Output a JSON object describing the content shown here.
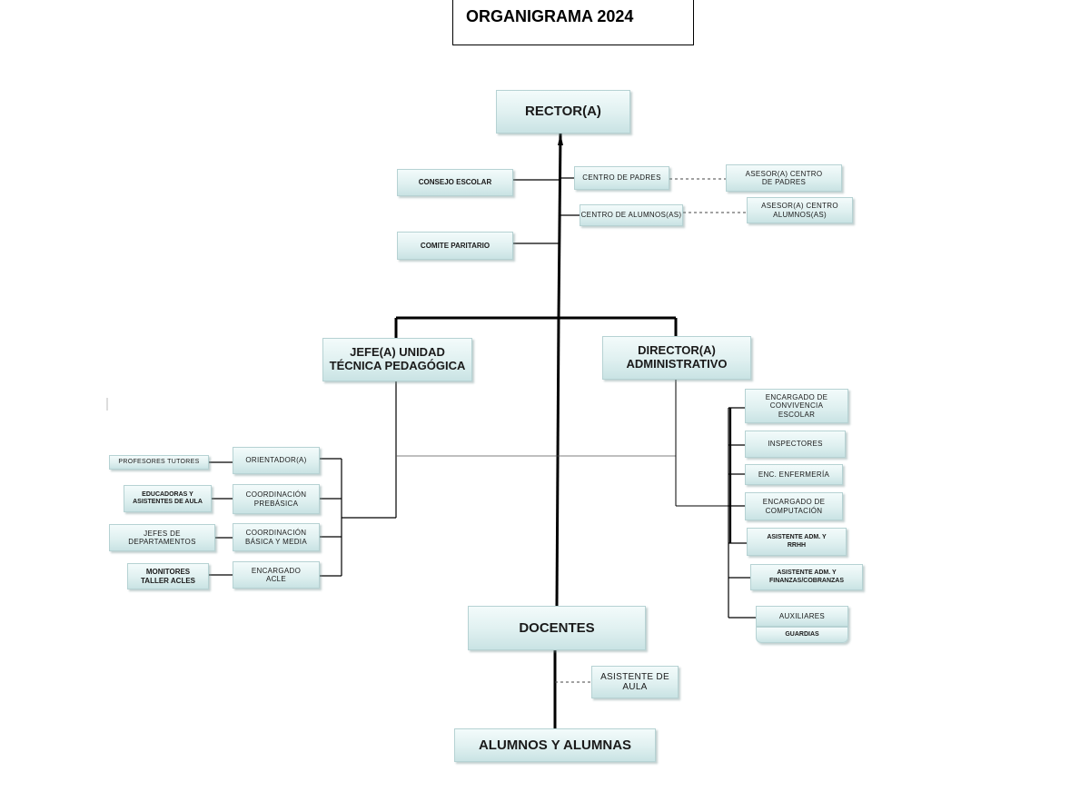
{
  "title": "ORGANIGRAMA 2024",
  "nodes": {
    "rector": "RECTOR(A)",
    "consejo_escolar": "CONSEJO ESCOLAR",
    "comite_paritario": "COMITE PARITARIO",
    "centro_padres": "CENTRO DE PADRES",
    "asesor_centro_padres": "ASESOR(A) CENTRO DE PADRES",
    "centro_alumnos": "CENTRO DE ALUMNOS(AS)",
    "asesor_centro_alumnos": "ASESOR(A) CENTRO ALUMNOS(AS)",
    "jefe_utp": "JEFE(A) UNIDAD TÉCNICA PEDAGÓGICA",
    "director_administrativo": "DIRECTOR(A) ADMINISTRATIVO",
    "orientador": "ORIENTADOR(A)",
    "coordinacion_prebasica": "COORDINACIÓN PREBÁSICA",
    "coordinacion_basica_media": "COORDINACIÓN BÁSICA Y MEDIA",
    "encargado_acle": "ENCARGADO ACLE",
    "profesores_tutores": "PROFESORES TUTORES",
    "educadoras_asistentes": "EDUCADORAS Y ASISTENTES DE AULA",
    "jefes_departamentos": "JEFES DE DEPARTAMENTOS",
    "monitores_taller": "MONITORES TALLER ACLES",
    "encargado_convivencia": "ENCARGADO DE CONVIVENCIA ESCOLAR",
    "inspectores": "INSPECTORES",
    "enc_enfermeria": "ENC. ENFERMERÍA",
    "encargado_computacion": "ENCARGADO DE COMPUTACIÓN",
    "asistente_rrhh": "ASISTENTE ADM. Y RRHH",
    "asistente_finanzas": "ASISTENTE ADM. Y FINANZAS/COBRANZAS",
    "auxiliares": "AUXILIARES",
    "guardias": "GUARDIAS",
    "docentes": "DOCENTES",
    "asistente_aula": "ASISTENTE DE AULA",
    "alumnos": "ALUMNOS Y ALUMNAS"
  }
}
